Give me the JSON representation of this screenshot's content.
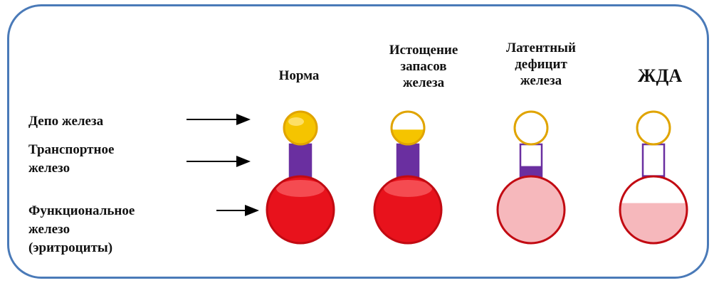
{
  "row_labels": {
    "depot": "Депо железа",
    "transport": "Транспортное\nжелезо",
    "functional": "Функциональное\nжелезо\n(эритроциты)"
  },
  "columns": [
    {
      "header": "Норма",
      "depot_fill": 1.0,
      "transport_fill": 1.0,
      "functional_fill": 1.0,
      "functional_color": "#e8121c"
    },
    {
      "header": "Истощение\nзапасов\nжелеза",
      "depot_fill": 0.45,
      "transport_fill": 1.0,
      "functional_fill": 1.0,
      "functional_color": "#e8121c"
    },
    {
      "header": "Латентный\nдефицит\nжелеза",
      "depot_fill": 0.0,
      "transport_fill": 0.4,
      "functional_fill": 1.0,
      "functional_color": "#f6b8bc"
    },
    {
      "header": "ЖДА",
      "depot_fill": 0.0,
      "transport_fill": 0.15,
      "functional_fill": 0.6,
      "functional_color": "#f6b8bc"
    }
  ],
  "colors": {
    "frame": "#4a7ab8",
    "gold": "#f5c400",
    "gold_rim": "#e0a400",
    "purple": "#6a2fa0",
    "red": "#e8121c",
    "pink": "#f6b8bc"
  }
}
